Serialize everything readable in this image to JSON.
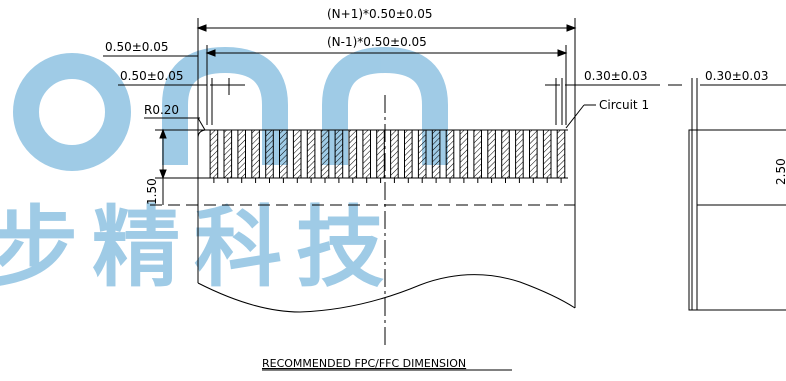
{
  "watermark": {
    "latin": "onn",
    "cjk": "步精科技",
    "color": "#8fc2e2"
  },
  "dimensions": {
    "overall_width": "(N+1)*0.50±0.05",
    "inner_width": "(N-1)*0.50±0.05",
    "pitch_top": "0.50±0.05",
    "pitch_second": "0.50±0.05",
    "corner_radius": "R0.20",
    "lead_width": "0.30±0.03",
    "side_thickness": "0.30±0.03",
    "contact_length": "1.50",
    "side_height": "2.50"
  },
  "labels": {
    "circuit": "Circuit 1"
  },
  "caption": "RECOMMENDED FPC/FFC DIMENSION",
  "pad_count": 26
}
